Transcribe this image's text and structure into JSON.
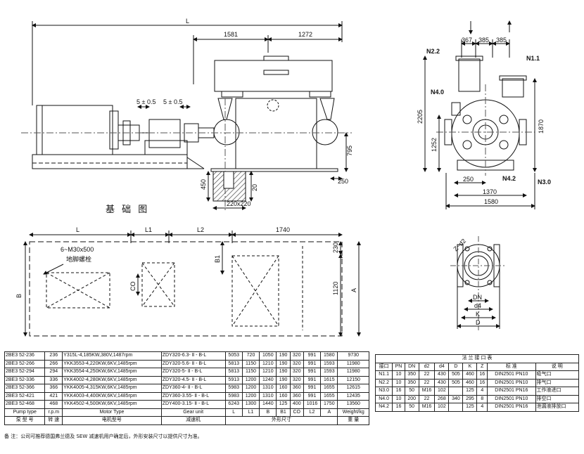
{
  "drawing": {
    "dim_L": "L",
    "dim_1581": "1581",
    "dim_1272": "1272",
    "dim_5a": "5 ± 0.5",
    "dim_5b": "5 ± 0.5",
    "dim_795": "795",
    "dim_450": "450",
    "dim_20": "20",
    "dim_250": "250",
    "dim_220": "220x220",
    "foundation_title": "基 础 图"
  },
  "side_view": {
    "dim_367": "367",
    "dim_385a": "385",
    "dim_385b": "385",
    "dim_2205": "2205",
    "dim_1252": "1252",
    "dim_1870": "1870",
    "dim_250": "250",
    "dim_1370": "1370",
    "dim_1580": "1580",
    "N22": "N2.2",
    "N11": "N1.1",
    "N40": "N4.0",
    "N42": "N4.2",
    "N30": "N3.0"
  },
  "foundation": {
    "L": "L",
    "L1": "L1",
    "L2": "L2",
    "dim_1740": "1740",
    "bolt1": "6~M30x500",
    "bolt2": "地脚螺栓",
    "B": "B",
    "B1": "B1",
    "CO": "CO",
    "dim_230": "230",
    "dim_1120": "1120",
    "A": "A"
  },
  "flange_view": {
    "zd2": "Z~d2",
    "DN": "DN",
    "d4": "d4",
    "K": "K",
    "D": "D"
  },
  "spec_table": {
    "rows": [
      [
        "2BE3  52-236",
        "236",
        "Y315L-4,185KW,380V,1487rpm",
        "ZDY320-6.3- Ⅱ - B-L",
        "5053",
        "720",
        "1050",
        "190",
        "320",
        "991",
        "1580",
        "9730"
      ],
      [
        "2BE3  52-266",
        "266",
        "YKK3553-4,220KW,6KV,1485rpm",
        "ZDY320-5.6- Ⅱ - B-L",
        "5813",
        "1150",
        "1210",
        "190",
        "320",
        "991",
        "1593",
        "11980"
      ],
      [
        "2BE3  52-294",
        "294",
        "YKK3554-4,250KW,6KV,1485rpm",
        "ZDY320-5- Ⅱ - B-L",
        "5813",
        "1150",
        "1210",
        "190",
        "320",
        "991",
        "1593",
        "11980"
      ],
      [
        "2BE3  52-336",
        "336",
        "YKK4002-4,280KW,6KV,1485rpm",
        "ZDY320-4.5- Ⅱ - B-L",
        "5913",
        "1200",
        "1240",
        "190",
        "320",
        "991",
        "1615",
        "12150"
      ],
      [
        "2BE3  52-366",
        "366",
        "YKK4005-4,315KW,6KV,1485rpm",
        "ZDY360-4- Ⅱ - B-L",
        "5983",
        "1200",
        "1310",
        "160",
        "360",
        "991",
        "1655",
        "12615"
      ],
      [
        "2BE3  52-421",
        "421",
        "YKK4003-4,400KW,6KV,1485rpm",
        "ZDY360-3.55- Ⅱ - B-L",
        "5983",
        "1200",
        "1310",
        "160",
        "360",
        "991",
        "1655",
        "12435"
      ],
      [
        "2BE3  52-468",
        "468",
        "YKK4502-4,500KW,6KV,1485rpm",
        "ZDY400-3.15- Ⅱ - B-L",
        "6243",
        "1300",
        "1440",
        "125",
        "400",
        "1016",
        "1750",
        "13560"
      ]
    ],
    "head1": [
      "Pump type",
      "r.p.m",
      "Motor Type",
      "Gear unit",
      "L",
      "L1",
      "B",
      "B1",
      "CO",
      "L2",
      "A",
      "Weight/kg"
    ],
    "head2": [
      "泵 型 号",
      "转 速",
      "电机型号",
      "减速机",
      "外形尺寸",
      "重 量"
    ],
    "note": "备    注：公司可推荐德国弗兰德及 SEW 减速机用户确定后，外形安装尺寸以提供尺寸为准。"
  },
  "flange_table": {
    "title": "法  兰  接  口  表",
    "head": [
      "接口",
      "PN",
      "DN",
      "d2",
      "d4",
      "D",
      "K",
      "Z",
      "标    准",
      "说    明"
    ],
    "rows": [
      [
        "N1.1",
        "10",
        "350",
        "22",
        "430",
        "505",
        "460",
        "16",
        "DIN2501 PN10",
        "吸气口"
      ],
      [
        "N2.2",
        "10",
        "350",
        "22",
        "430",
        "505",
        "460",
        "16",
        "DIN2501 PN10",
        "排气口"
      ],
      [
        "N3.0",
        "16",
        "50",
        "M16",
        "102",
        "",
        "125",
        "4",
        "DIN2501 PN16",
        "工作液进口"
      ],
      [
        "N4.0",
        "10",
        "200",
        "22",
        "268",
        "340",
        "295",
        "8",
        "DIN2501 PN10",
        "排空口"
      ],
      [
        "N4.2",
        "16",
        "50",
        "M16",
        "102",
        "",
        "125",
        "4",
        "DIN2501 PN16",
        "泄漏液排放口"
      ]
    ]
  }
}
